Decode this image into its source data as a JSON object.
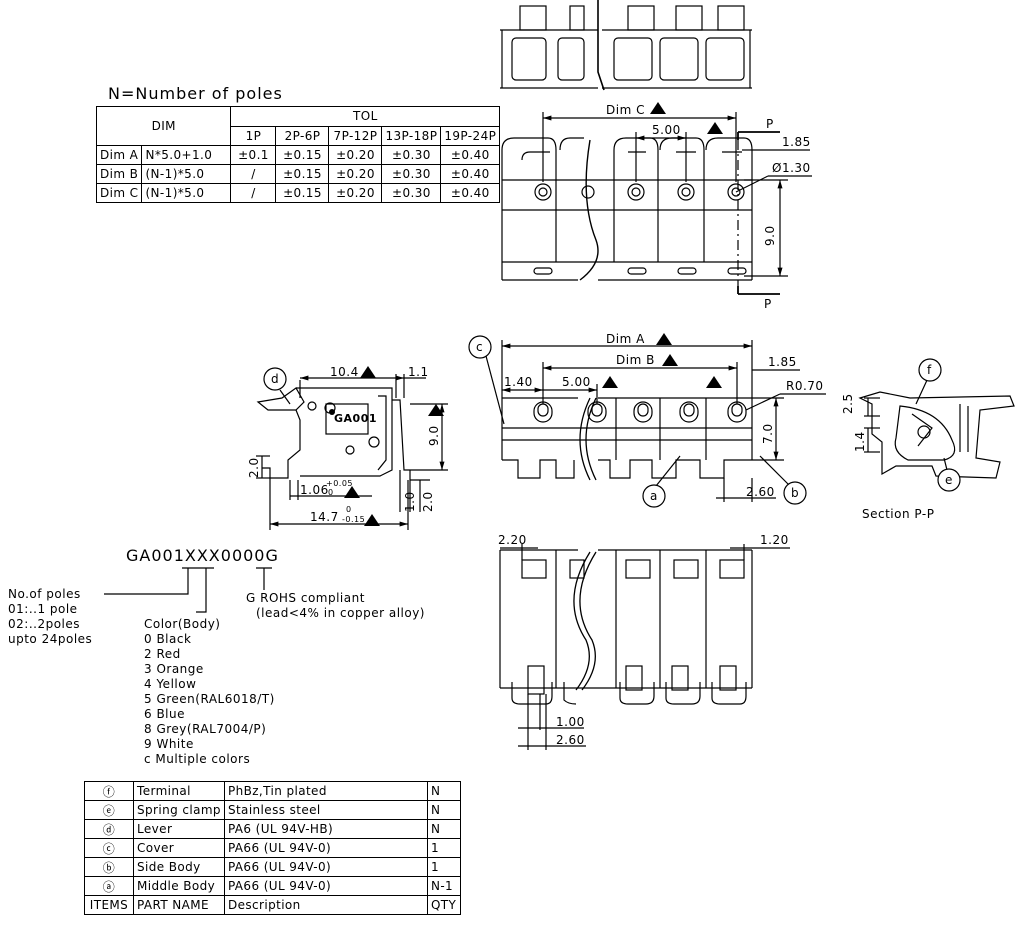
{
  "title": "N=Number of poles",
  "dim_table": {
    "header_dim": "DIM",
    "header_tol": "TOL",
    "tol_cols": [
      "1P",
      "2P-6P",
      "7P-12P",
      "13P-18P",
      "19P-24P"
    ],
    "rows": [
      {
        "name": "Dim A",
        "formula": "N*5.0+1.0",
        "tols": [
          "±0.1",
          "±0.15",
          "±0.20",
          "±0.30",
          "±0.40"
        ]
      },
      {
        "name": "Dim B",
        "formula": "(N-1)*5.0",
        "tols": [
          "/",
          "±0.15",
          "±0.20",
          "±0.30",
          "±0.40"
        ]
      },
      {
        "name": "Dim C",
        "formula": "(N-1)*5.0",
        "tols": [
          "/",
          "±0.15",
          "±0.20",
          "±0.30",
          "±0.40"
        ]
      }
    ]
  },
  "dims": {
    "dim_c": "Dim C",
    "dim_a": "Dim A",
    "dim_b": "Dim B",
    "pitch": "5.00",
    "p": "P",
    "v185": "1.85",
    "hole": "Ø1.30",
    "v90": "9.0",
    "v140": "1.40",
    "r070": "R0.70",
    "v70": "7.0",
    "v260": "2.60",
    "v104": "10.4",
    "v11": "1.1",
    "v20": "2.0",
    "v106": "1.06",
    "v106_tol_up": "+0.05",
    "v106_tol_dn": "0",
    "v10": "1.0",
    "v147": "14.7",
    "v147_tol_up": "0",
    "v147_tol_dn": "-0.15",
    "v25": "2.5",
    "v14": "1.4",
    "v220": "2.20",
    "v120": "1.20",
    "v100": "1.00",
    "logo": "GA001",
    "section": "Section  P-P",
    "callouts": [
      "a",
      "b",
      "c",
      "d",
      "e",
      "f"
    ]
  },
  "part_number": {
    "code": "GA001XXX0000G",
    "poles_lines": [
      "No.of poles",
      "01:..1 pole",
      "02:..2poles",
      "upto 24poles"
    ],
    "color_title": "Color(Body)",
    "colors": [
      "0 Black",
      "2 Red",
      "3 Orange",
      "4 Yellow",
      "5 Green(RAL6018/T)",
      "6 Blue",
      "8 Grey(RAL7004/P)",
      "9 White",
      "c Multiple colors"
    ],
    "rohs_lines": [
      "G ROHS compliant",
      "(lead<4% in copper alloy)"
    ]
  },
  "bom": {
    "rows": [
      {
        "item": "ⓕ",
        "part": "Terminal",
        "desc": "PhBz,Tin plated",
        "qty": "N"
      },
      {
        "item": "ⓔ",
        "part": "Spring clamp",
        "desc": "Stainless steel",
        "qty": "N"
      },
      {
        "item": "ⓓ",
        "part": "Lever",
        "desc": "PA6 (UL 94V-HB)",
        "qty": "N"
      },
      {
        "item": "ⓒ",
        "part": "Cover",
        "desc": "PA66 (UL 94V-0)",
        "qty": "1"
      },
      {
        "item": "ⓑ",
        "part": "Side Body",
        "desc": "PA66 (UL 94V-0)",
        "qty": "1"
      },
      {
        "item": "ⓐ",
        "part": "Middle Body",
        "desc": "PA66 (UL 94V-0)",
        "qty": "N-1"
      }
    ],
    "footer": {
      "item": "ITEMS",
      "part": "PART NAME",
      "desc": "Description",
      "qty": "QTY"
    }
  }
}
